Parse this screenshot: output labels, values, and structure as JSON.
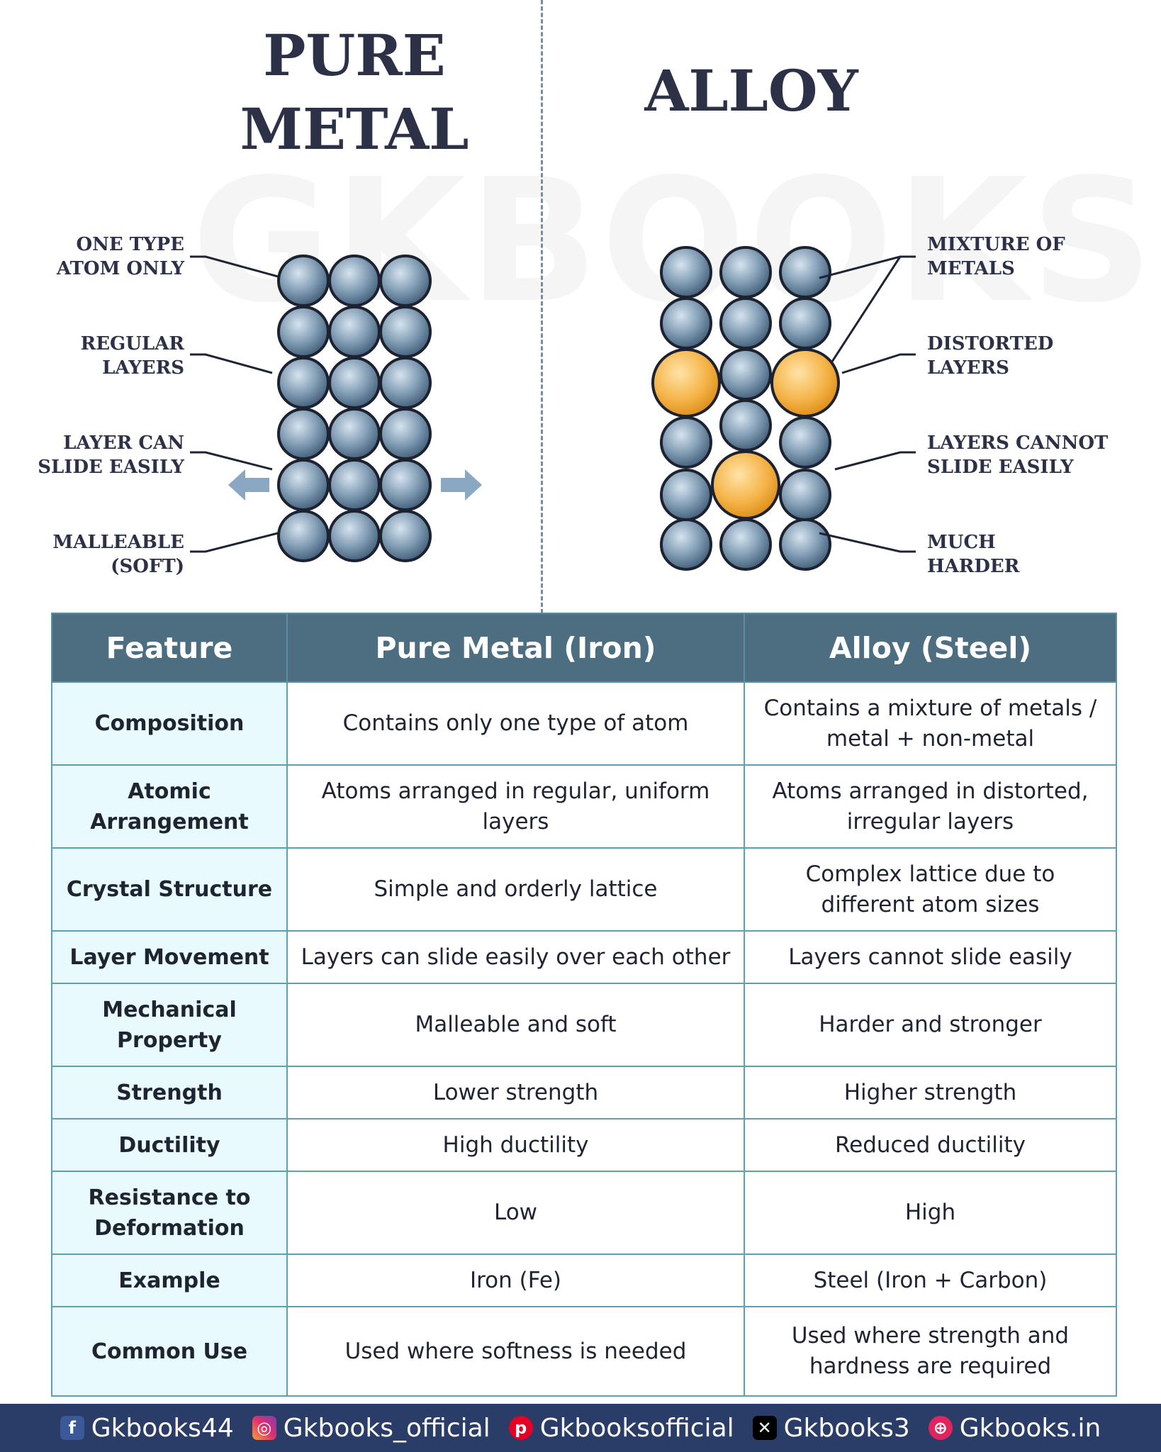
{
  "watermark": "GKBOOKS",
  "left_panel": {
    "title": "PURE\nMETAL",
    "callouts": [
      "ONE TYPE\nATOM ONLY",
      "REGULAR\nLAYERS",
      "LAYER CAN\nSLIDE EASILY",
      "MALLEABLE\n(SOFT)"
    ]
  },
  "right_panel": {
    "title": "ALLOY",
    "callouts": [
      "MIXTURE OF\nMETALS",
      "DISTORTED\nLAYERS",
      "LAYERS CANNOT\nSLIDE EASILY",
      "MUCH\nHARDER"
    ]
  },
  "colors": {
    "metal_atom": "#8aa3b8",
    "alloy_atom": "#f5b347",
    "header_bg": "#4d6e80",
    "feature_bg": "#e8fafd",
    "footer_bg": "#2a3d69"
  },
  "table": {
    "headers": [
      "Feature",
      "Pure Metal (Iron)",
      "Alloy (Steel)"
    ],
    "rows": [
      [
        "Composition",
        "Contains only one type of atom",
        "Contains a mixture of metals / metal + non-metal"
      ],
      [
        "Atomic Arrangement",
        "Atoms arranged in regular, uniform layers",
        "Atoms arranged in distorted, irregular layers"
      ],
      [
        "Crystal Structure",
        "Simple and orderly lattice",
        "Complex lattice due to different atom sizes"
      ],
      [
        "Layer Movement",
        "Layers can slide easily over each other",
        "Layers cannot slide easily"
      ],
      [
        "Mechanical Property",
        "Malleable and soft",
        "Harder and stronger"
      ],
      [
        "Strength",
        "Lower strength",
        "Higher strength"
      ],
      [
        "Ductility",
        "High ductility",
        "Reduced ductility"
      ],
      [
        "Resistance to Deformation",
        "Low",
        "High"
      ],
      [
        "Example",
        "Iron (Fe)",
        "Steel (Iron + Carbon)"
      ],
      [
        "Common Use",
        "Used where softness is needed",
        "Used where strength and hardness are required"
      ]
    ]
  },
  "footer": [
    {
      "icon": "facebook-icon",
      "label": "Gkbooks44"
    },
    {
      "icon": "instagram-icon",
      "label": "Gkbooks_official"
    },
    {
      "icon": "pinterest-icon",
      "label": "Gkbooksofficial"
    },
    {
      "icon": "x-icon",
      "label": "Gkbooks3"
    },
    {
      "icon": "globe-icon",
      "label": "Gkbooks.in"
    }
  ]
}
